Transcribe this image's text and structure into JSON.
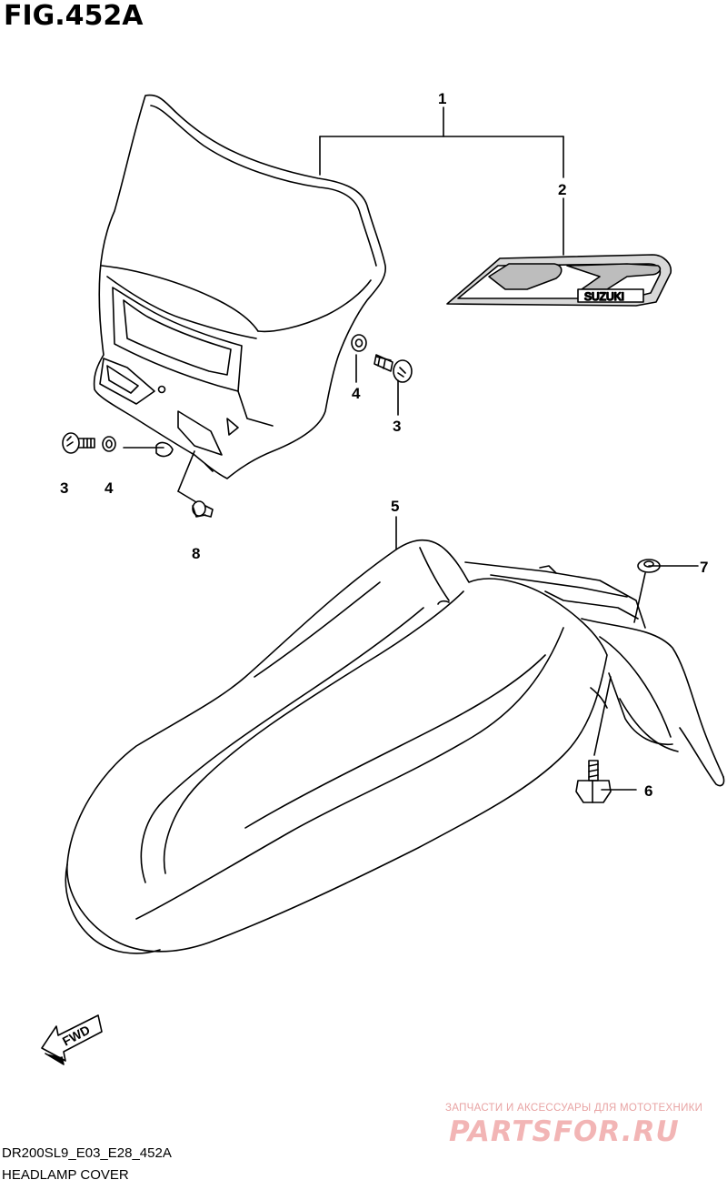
{
  "figure": {
    "title": "FIG.452A"
  },
  "callouts": {
    "c1": "1",
    "c2": "2",
    "c3a": "3",
    "c4a": "4",
    "c3b": "3",
    "c4b": "4",
    "c8": "8",
    "c5": "5",
    "c7": "7",
    "c6": "6"
  },
  "parts": {
    "decal": {
      "logo_text": "DR",
      "brand_text": "SUZUKI"
    },
    "fwd_arrow": {
      "text": "FWD"
    }
  },
  "footer": {
    "model_code": "DR200SL9_E03_E28_452A",
    "section_name": "HEADLAMP COVER"
  },
  "watermark": {
    "tagline": "ЗАПЧАСТИ И АКСЕССУАРЫ ДЛЯ МОТОТЕХНИКИ",
    "logo": "PARTSFOR.RU"
  },
  "colors": {
    "line": "#000000",
    "decal_fill": "#bdbdbd",
    "watermark": "#f2b5b5"
  }
}
